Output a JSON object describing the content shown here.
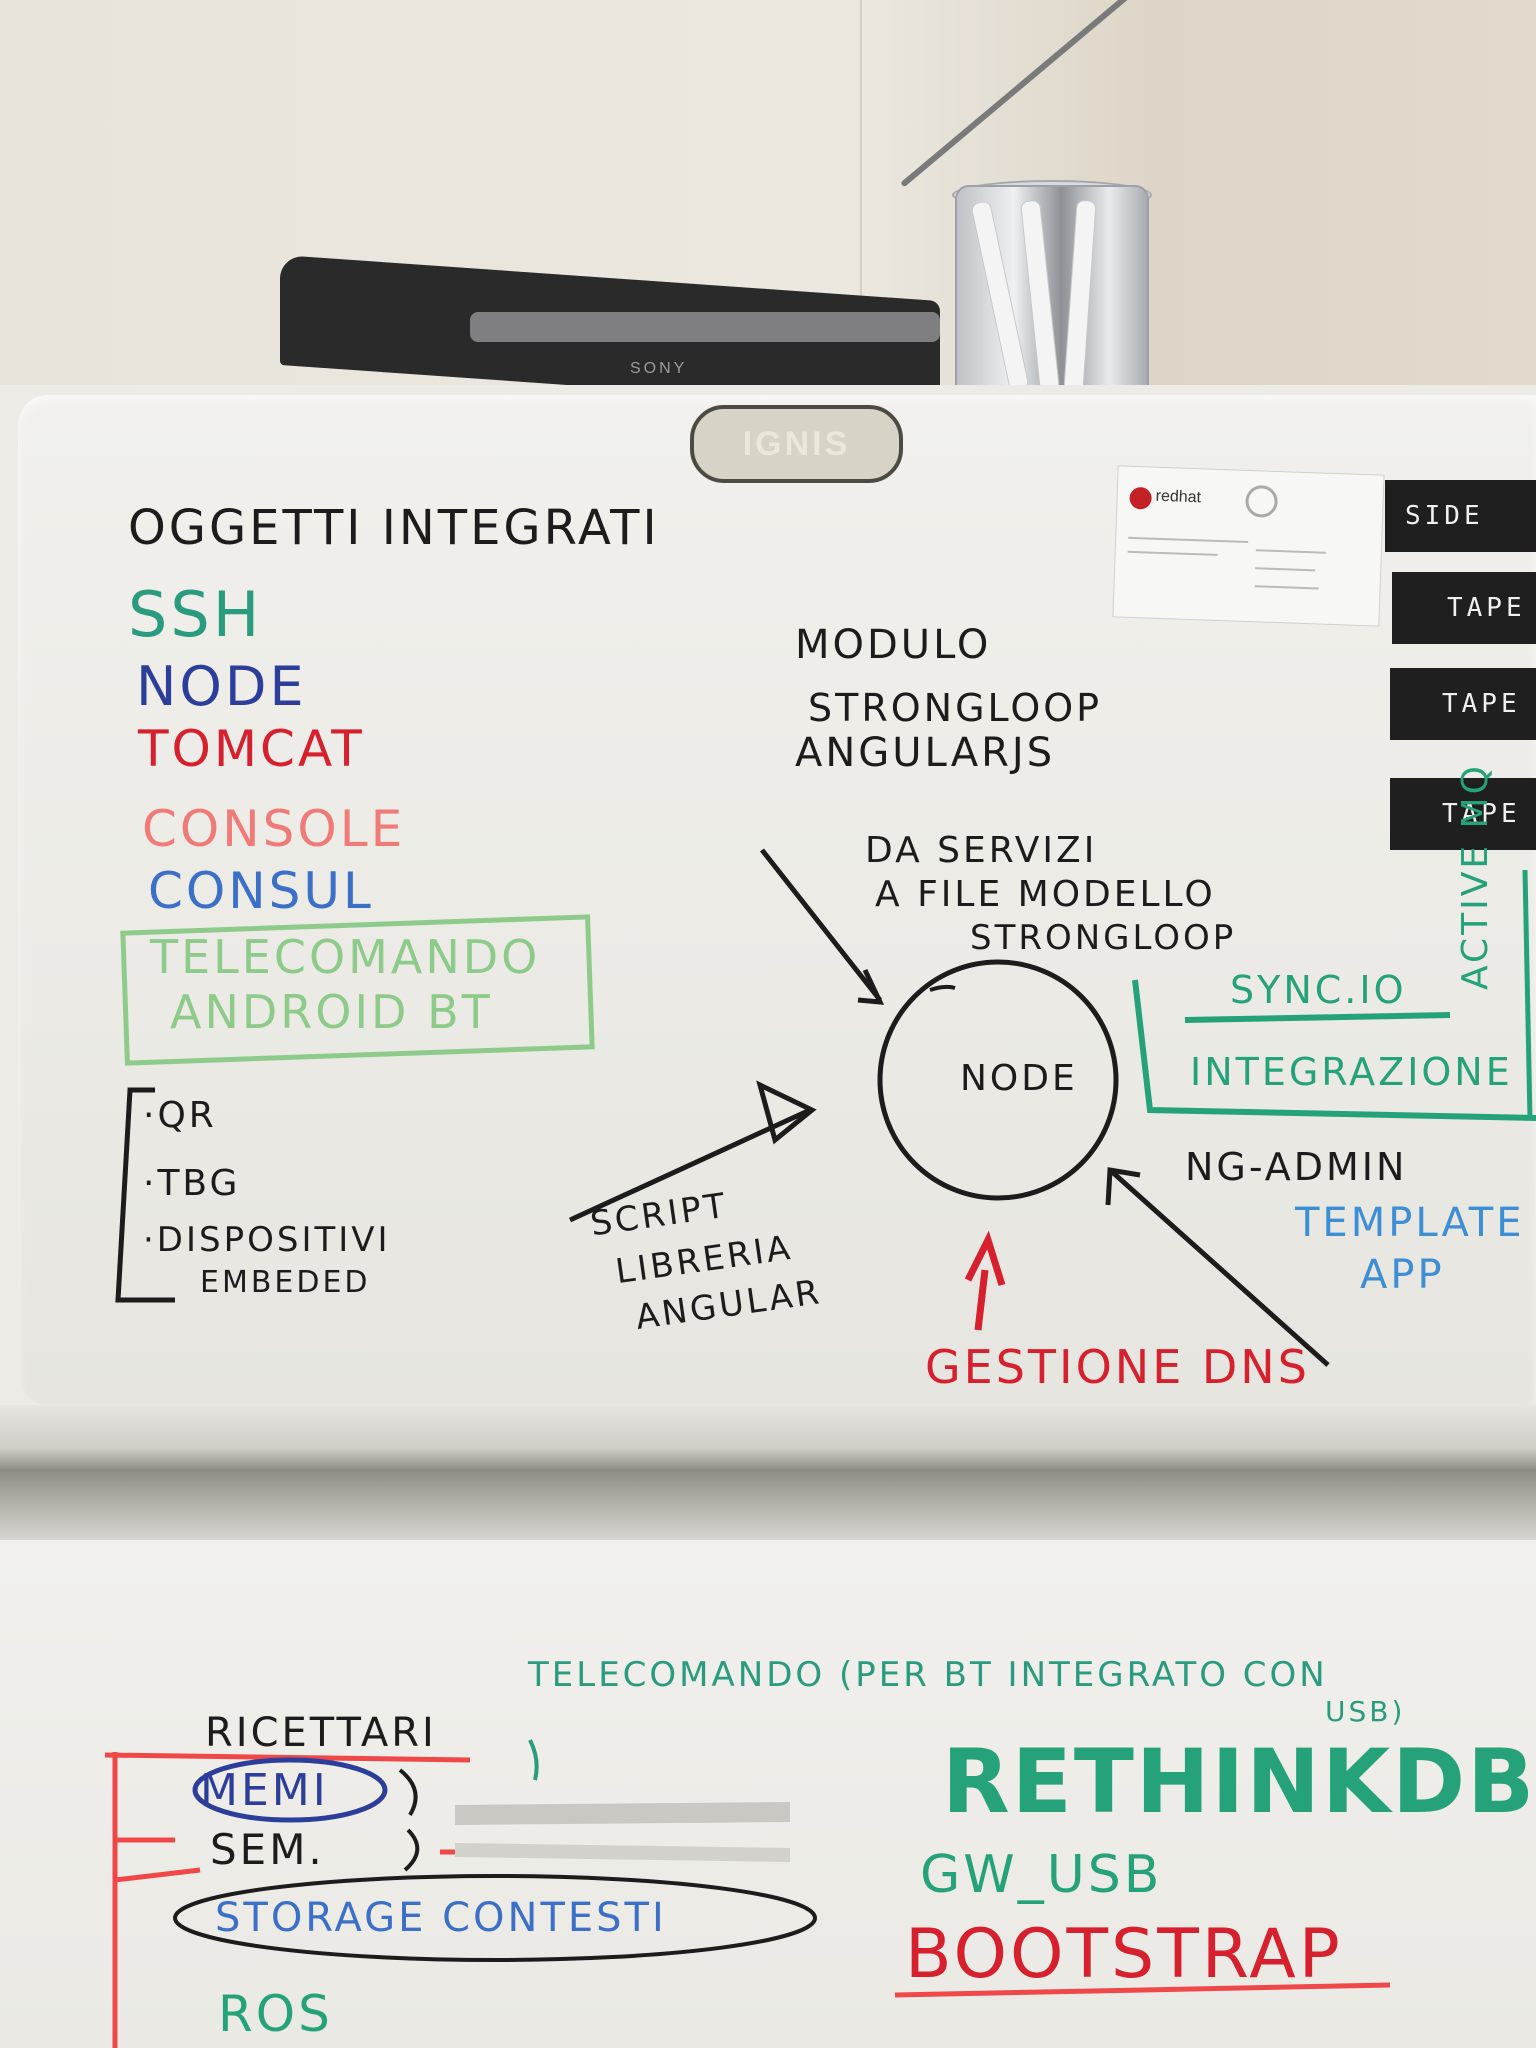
{
  "scene": {
    "radio_brand": "SONY",
    "fridge_brand": "IGNIS",
    "card": {
      "brand": "redhat"
    },
    "labels": [
      "SIDE",
      "TAPE",
      "TAPE",
      "TAPE"
    ]
  },
  "whiteboard_top": {
    "heading": "OGGETTI INTEGRATI",
    "list": [
      {
        "text": "SSH",
        "color": "#2a9b7e"
      },
      {
        "text": "NODE",
        "color": "#2c3e9a"
      },
      {
        "text": "TOMCAT",
        "color": "#d6202e"
      },
      {
        "text": "CONSOLE",
        "color": "#f07a78"
      },
      {
        "text": "CONSUL",
        "color": "#3b6fc8"
      }
    ],
    "boxed": [
      "TELECOMANDO",
      "ANDROID BT"
    ],
    "bracket_items": [
      "·QR",
      "·TBG",
      "·DISPOSITIVI",
      "EMBEDED"
    ],
    "modulo": [
      "MODULO",
      "STRONGLOOP",
      "ANGULARJS"
    ],
    "servizi": [
      "DA SERVIZI",
      "A FILE MODELLO",
      "STRONGLOOP"
    ],
    "center": "NODE",
    "sync": "SYNC.IO",
    "sync_sub": "INTEGRAZIONE",
    "vertical": "ACTIVE MQ",
    "script": [
      "SCRIPT",
      "LIBRERIA",
      "ANGULAR"
    ],
    "ngadmin": "NG-ADMIN",
    "template": [
      "TEMPLATE",
      "APP"
    ],
    "gestione": "GESTIONE DNS"
  },
  "whiteboard_bottom": {
    "header": "TELECOMANDO (PER BT INTEGRATO CON",
    "header2": "USB)",
    "ricettari": "RICETTARI",
    "memi": "MEMI",
    "sem": "SEM.",
    "storage": "STORAGE CONTESTI",
    "ros": "ROS",
    "rethink": "RETHINKDB",
    "gw": "GW_USB",
    "bootstrap": "BOOTSTRAP"
  }
}
